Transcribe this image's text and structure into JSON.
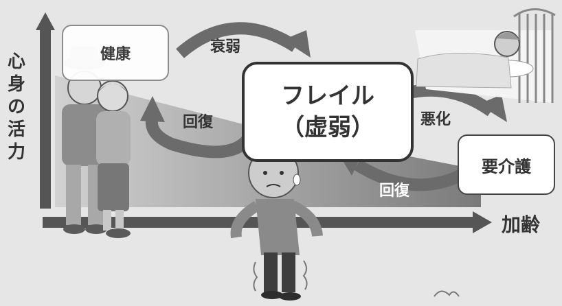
{
  "axes": {
    "y_label": [
      "心",
      "身",
      "の",
      "活",
      "力"
    ],
    "x_label": "加齢"
  },
  "stages": {
    "healthy": "健康",
    "frail_line1": "フレイル",
    "frail_line2": "（虚弱）",
    "care": "要介護"
  },
  "transitions": {
    "decline": "衰弱",
    "recovery": "回復",
    "worsen": "悪化",
    "recovery_care": "回復"
  },
  "colors": {
    "background": "#e6e6e6",
    "axis": "#555555",
    "arrow": "#6b6b6b",
    "box_border": "#333333"
  },
  "icons": [
    "elderly-couple-icon",
    "frail-elderly-man-icon",
    "bedridden-patient-icon"
  ]
}
